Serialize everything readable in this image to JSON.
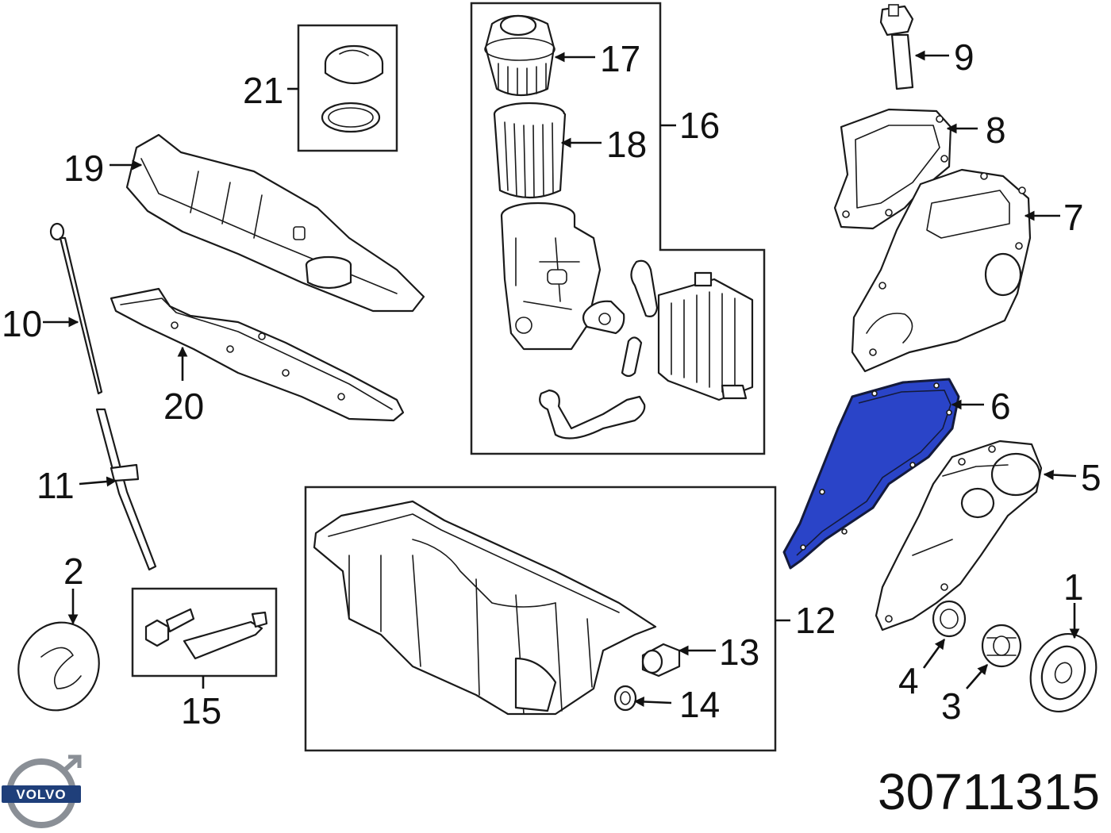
{
  "diagram": {
    "callouts": [
      {
        "id": "c1",
        "label": "1"
      },
      {
        "id": "c2",
        "label": "2"
      },
      {
        "id": "c3",
        "label": "3"
      },
      {
        "id": "c4",
        "label": "4"
      },
      {
        "id": "c5",
        "label": "5"
      },
      {
        "id": "c6",
        "label": "6"
      },
      {
        "id": "c7",
        "label": "7"
      },
      {
        "id": "c8",
        "label": "8"
      },
      {
        "id": "c9",
        "label": "9"
      },
      {
        "id": "c10",
        "label": "10"
      },
      {
        "id": "c11",
        "label": "11"
      },
      {
        "id": "c12",
        "label": "12"
      },
      {
        "id": "c13",
        "label": "13"
      },
      {
        "id": "c14",
        "label": "14"
      },
      {
        "id": "c15",
        "label": "15"
      },
      {
        "id": "c16",
        "label": "16"
      },
      {
        "id": "c17",
        "label": "17"
      },
      {
        "id": "c18",
        "label": "18"
      },
      {
        "id": "c19",
        "label": "19"
      },
      {
        "id": "c20",
        "label": "20"
      },
      {
        "id": "c21",
        "label": "21"
      }
    ],
    "highlighted_part": "6",
    "highlight_color": "#2a44c8"
  },
  "brand": {
    "name": "VOLVO",
    "logo_color": "#1f3f7a"
  },
  "part_number": "30711315"
}
